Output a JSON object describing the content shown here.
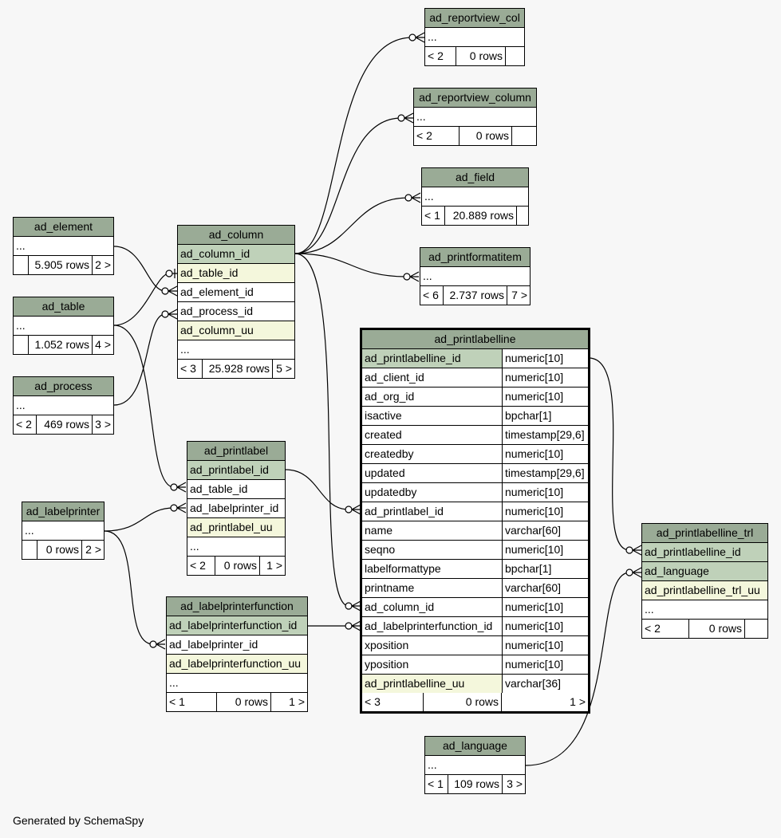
{
  "tables": {
    "ad_reportview_col": {
      "name": "ad_reportview_col",
      "ellipsis": "...",
      "foot": [
        "< 2",
        "0 rows",
        ""
      ]
    },
    "ad_reportview_column": {
      "name": "ad_reportview_column",
      "ellipsis": "...",
      "foot": [
        "< 2",
        "0 rows",
        ""
      ]
    },
    "ad_field": {
      "name": "ad_field",
      "ellipsis": "...",
      "foot": [
        "< 1",
        "20.889 rows",
        ""
      ]
    },
    "ad_printformatitem": {
      "name": "ad_printformatitem",
      "ellipsis": "...",
      "foot": [
        "< 6",
        "2.737 rows",
        "7 >"
      ]
    },
    "ad_element": {
      "name": "ad_element",
      "ellipsis": "...",
      "foot": [
        "",
        "5.905 rows",
        "2 >"
      ]
    },
    "ad_table": {
      "name": "ad_table",
      "ellipsis": "...",
      "foot": [
        "",
        "1.052 rows",
        "4 >"
      ]
    },
    "ad_process": {
      "name": "ad_process",
      "ellipsis": "...",
      "foot": [
        "< 2",
        "469 rows",
        "3 >"
      ]
    },
    "ad_column": {
      "name": "ad_column",
      "columns": [
        "ad_column_id",
        "ad_table_id",
        "ad_element_id",
        "ad_process_id",
        "ad_column_uu"
      ],
      "ellipsis": "...",
      "foot": [
        "< 3",
        "25.928 rows",
        "5 >"
      ]
    },
    "ad_printlabel": {
      "name": "ad_printlabel",
      "columns": [
        "ad_printlabel_id",
        "ad_table_id",
        "ad_labelprinter_id",
        "ad_printlabel_uu"
      ],
      "ellipsis": "...",
      "foot": [
        "< 2",
        "0 rows",
        "1 >"
      ]
    },
    "ad_labelprinter": {
      "name": "ad_labelprinter",
      "ellipsis": "...",
      "foot": [
        "",
        "0 rows",
        "2 >"
      ]
    },
    "ad_labelprinterfunction": {
      "name": "ad_labelprinterfunction",
      "columns": [
        "ad_labelprinterfunction_id",
        "ad_labelprinter_id",
        "ad_labelprinterfunction_uu"
      ],
      "ellipsis": "...",
      "foot": [
        "< 1",
        "0 rows",
        "1 >"
      ]
    },
    "ad_printlabelline": {
      "name": "ad_printlabelline",
      "columns": [
        {
          "name": "ad_printlabelline_id",
          "type": "numeric[10]"
        },
        {
          "name": "ad_client_id",
          "type": "numeric[10]"
        },
        {
          "name": "ad_org_id",
          "type": "numeric[10]"
        },
        {
          "name": "isactive",
          "type": "bpchar[1]"
        },
        {
          "name": "created",
          "type": "timestamp[29,6]"
        },
        {
          "name": "createdby",
          "type": "numeric[10]"
        },
        {
          "name": "updated",
          "type": "timestamp[29,6]"
        },
        {
          "name": "updatedby",
          "type": "numeric[10]"
        },
        {
          "name": "ad_printlabel_id",
          "type": "numeric[10]"
        },
        {
          "name": "name",
          "type": "varchar[60]"
        },
        {
          "name": "seqno",
          "type": "numeric[10]"
        },
        {
          "name": "labelformattype",
          "type": "bpchar[1]"
        },
        {
          "name": "printname",
          "type": "varchar[60]"
        },
        {
          "name": "ad_column_id",
          "type": "numeric[10]"
        },
        {
          "name": "ad_labelprinterfunction_id",
          "type": "numeric[10]"
        },
        {
          "name": "xposition",
          "type": "numeric[10]"
        },
        {
          "name": "yposition",
          "type": "numeric[10]"
        },
        {
          "name": "ad_printlabelline_uu",
          "type": "varchar[36]"
        }
      ],
      "foot": [
        "< 3",
        "0 rows",
        "1 >"
      ]
    },
    "ad_printlabelline_trl": {
      "name": "ad_printlabelline_trl",
      "columns": [
        "ad_printlabelline_id",
        "ad_language",
        "ad_printlabelline_trl_uu"
      ],
      "ellipsis": "...",
      "foot": [
        "< 2",
        "0 rows",
        ""
      ]
    },
    "ad_language": {
      "name": "ad_language",
      "ellipsis": "...",
      "foot": [
        "< 1",
        "109 rows",
        "3 >"
      ]
    }
  },
  "footer": "Generated by SchemaSpy"
}
